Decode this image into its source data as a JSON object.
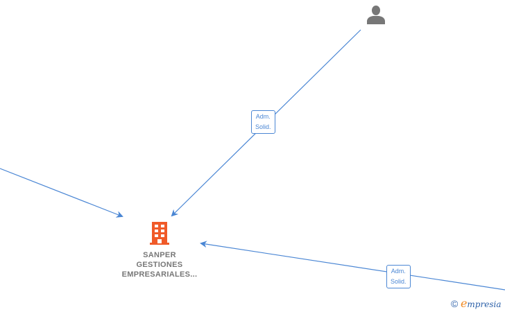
{
  "diagram": {
    "type": "ownership-graph",
    "colors": {
      "edge": "#4a86d4",
      "company_icon": "#f05a28",
      "person_icon": "#777777",
      "label_text": "#777777"
    },
    "nodes": {
      "company": {
        "name_line1": "SANPER",
        "name_line2": "GESTIONES",
        "name_line3": "EMPRESARIALES...",
        "icon": "building-icon"
      },
      "person": {
        "icon": "person-icon"
      }
    },
    "edges": [
      {
        "from": "person",
        "to": "company",
        "label_line1": "Adm.",
        "label_line2": "Solid."
      },
      {
        "from": "offscreen-left",
        "to": "company"
      },
      {
        "from": "offscreen-right",
        "to": "company",
        "label_line1": "Adm.",
        "label_line2": "Solid."
      }
    ]
  },
  "footer": {
    "copyright_symbol": "©",
    "brand_first": "e",
    "brand_rest": "mpresia"
  }
}
